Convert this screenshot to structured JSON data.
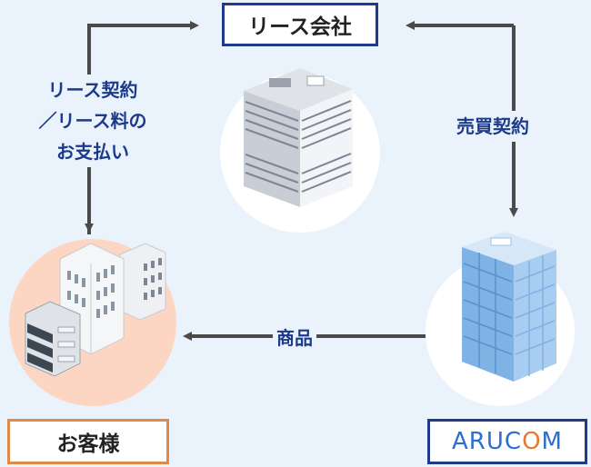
{
  "nodes": {
    "lease_company": "リース会社",
    "customer": "お客様",
    "arucom": {
      "text_before": "ARUC",
      "accent_letter": "O",
      "text_after": "M"
    }
  },
  "edges": {
    "lease_contract": "リース契約\n／リース料の\nお支払い",
    "sales_contract": "売買契約",
    "goods": "商品"
  },
  "colors": {
    "navy": "#1d3a8a",
    "orange": "#e08a4a",
    "arrow": "#4a4a4a",
    "background": "#eaf3fc"
  }
}
